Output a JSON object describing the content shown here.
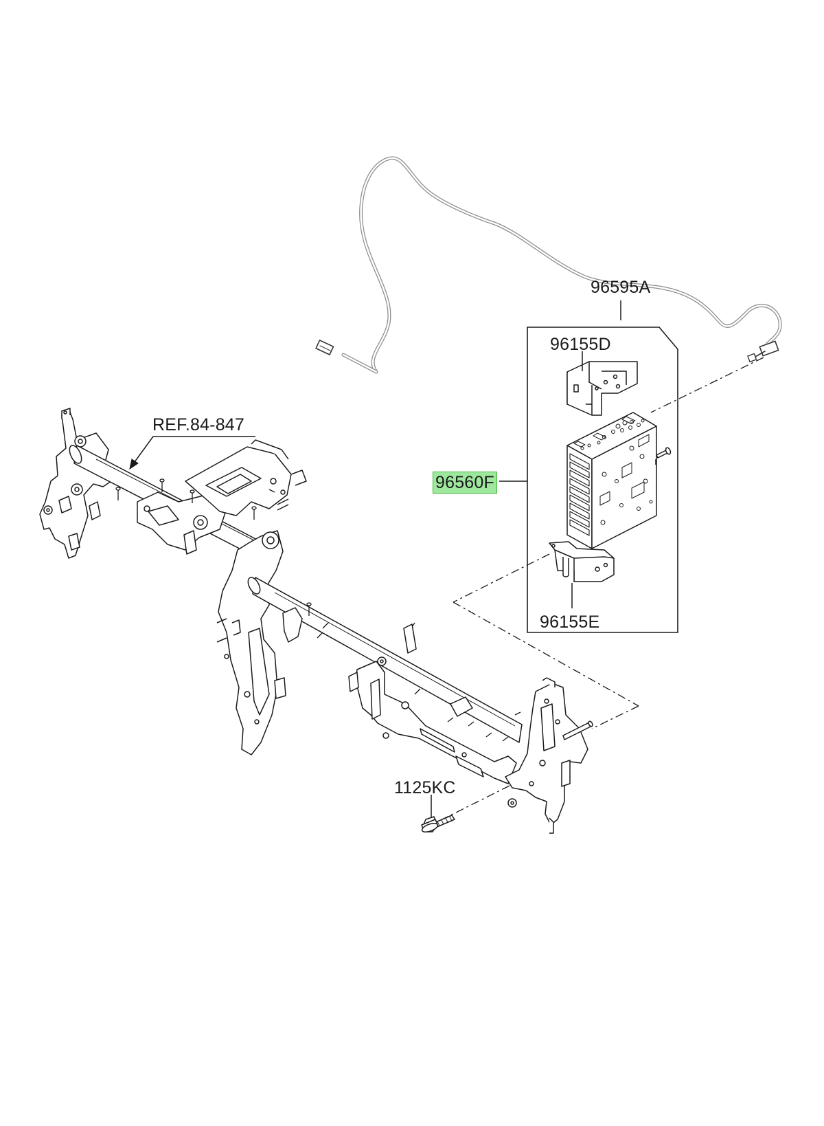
{
  "callouts": {
    "antenna_cable": "96595A",
    "bracket_upper": "96155D",
    "ref_crossmember": "REF.84-847",
    "receiver_unit": "96560F",
    "bracket_lower": "96155E",
    "bolt": "1125KC"
  },
  "colors": {
    "line": "#1a1a1a",
    "cable": "#9a9a9a",
    "highlight_fill": "#9ee89e",
    "highlight_border": "#3cb43c"
  }
}
